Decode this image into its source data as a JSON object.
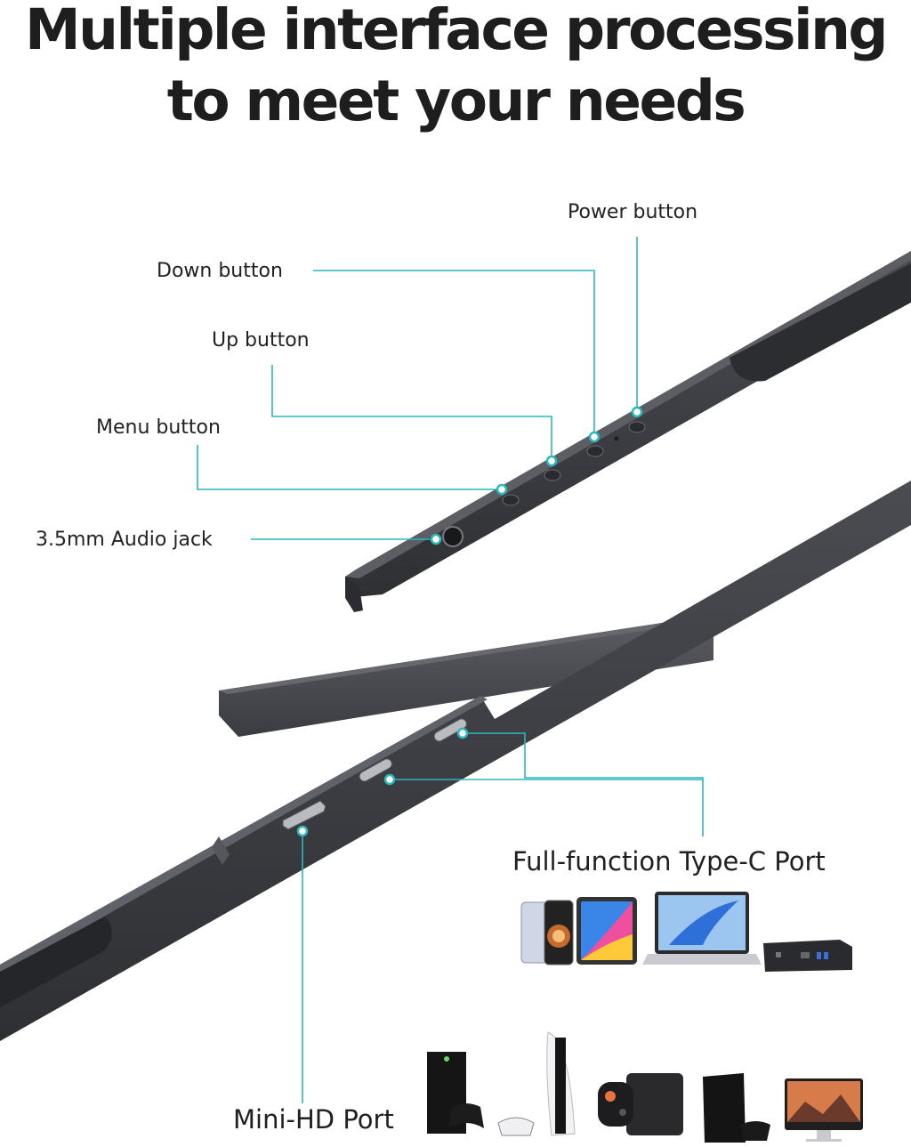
{
  "headline": {
    "line1": "Multiple interface processing",
    "line2": "to meet your needs"
  },
  "top_callouts": {
    "power": "Power button",
    "down": "Down button",
    "up": "Up button",
    "menu": "Menu button",
    "audio": "3.5mm Audio jack"
  },
  "bottom_callouts": {
    "typec": "Full-function Type-C Port",
    "minihd": "Mini-HD Port"
  },
  "colors": {
    "accent": "#2bb7bf",
    "device": "#3b3d42",
    "background": "#ffffff"
  },
  "typec_devices": [
    "smartphone-icon",
    "tablet-icon",
    "laptop-icon",
    "mini-pc-icon"
  ],
  "minihd_devices": [
    "xbox-console-icon",
    "playstation-5-icon",
    "handheld-console-icon",
    "playstation-4-icon",
    "desktop-monitor-icon"
  ]
}
